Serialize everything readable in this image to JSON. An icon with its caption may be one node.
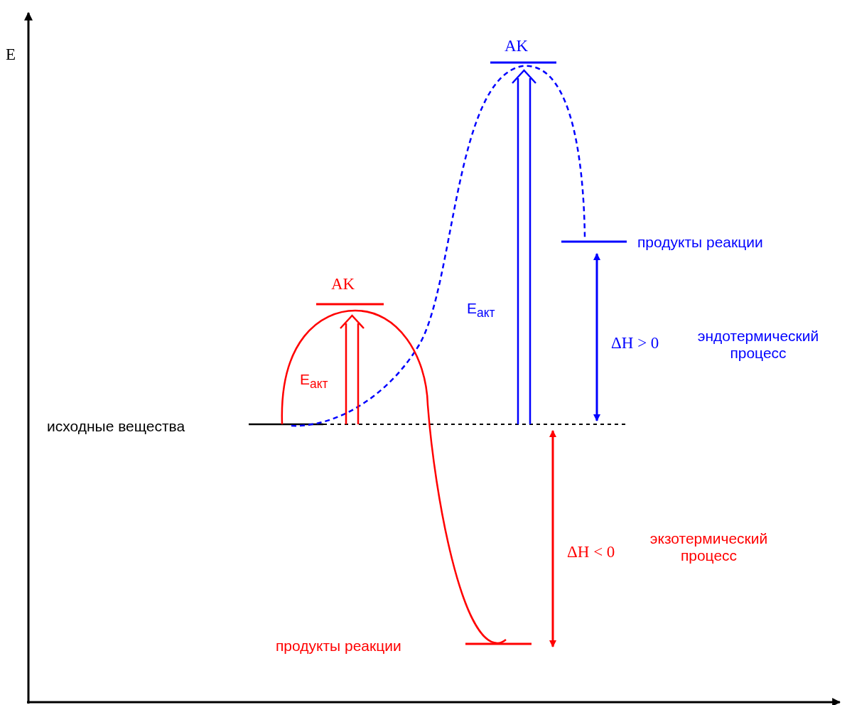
{
  "diagram": {
    "labels": [
      "E",
      "AK",
      "продукты реакции",
      "AK",
      "E$_{акт}$",
      "ΔH > 0",
      "эндотермический процесс",
      "E$_{акт}$",
      "исходные вещества",
      "ΔH < 0",
      "экзотермический процесс",
      "продукты реакции"
    ]
  }
}
